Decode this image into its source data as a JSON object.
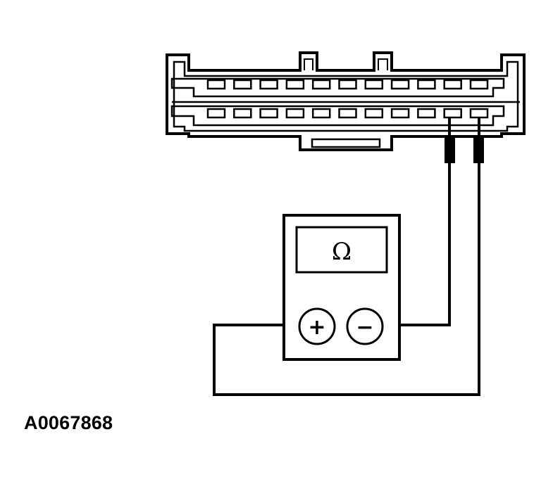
{
  "figure": {
    "id_label": "A0067868"
  },
  "connector": {
    "pin_rows": 2,
    "pins_per_row": 11,
    "probed_row": 2,
    "probed_pins": [
      10,
      11
    ]
  },
  "meter": {
    "display_symbol": "Ω",
    "positive_terminal": "+",
    "negative_terminal": "−"
  },
  "colors": {
    "line": "#000000",
    "background": "#ffffff"
  }
}
